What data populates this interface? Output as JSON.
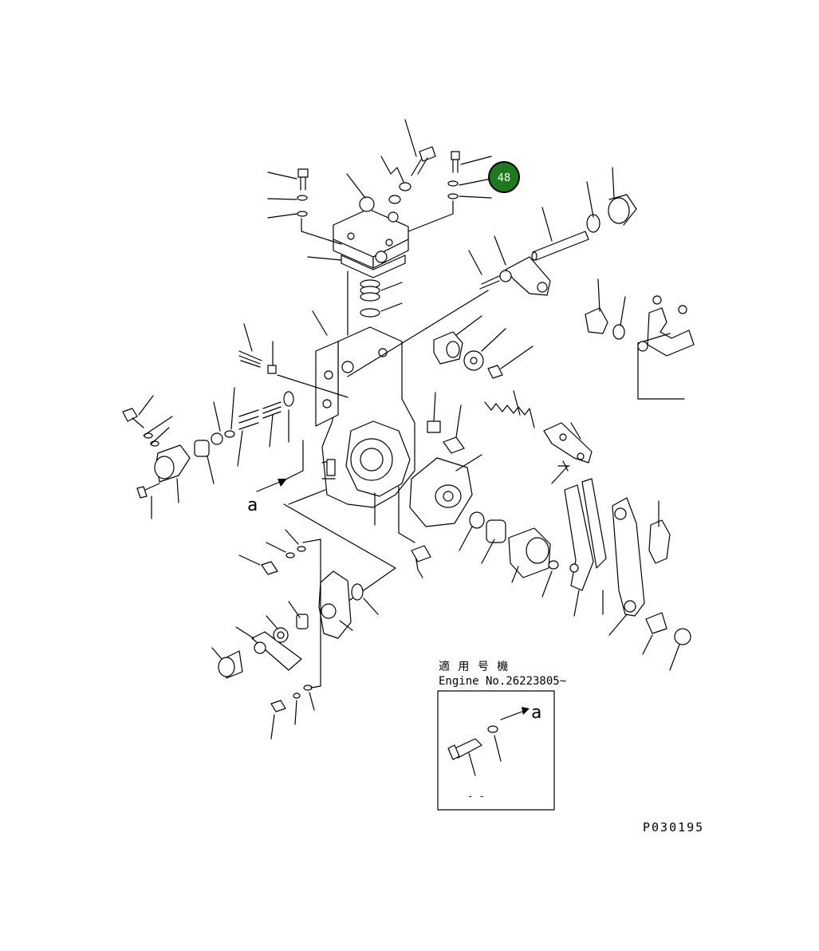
{
  "callout": {
    "label": "48",
    "color": "#1f7a1f"
  },
  "diagram": {
    "view_marker": "a",
    "inset_marker": "a",
    "drawing_code": "P030195"
  },
  "inset": {
    "title_jp": "適 用 号 機",
    "engine_no": "Engine No.26223805~",
    "qty_mark": "- -"
  }
}
